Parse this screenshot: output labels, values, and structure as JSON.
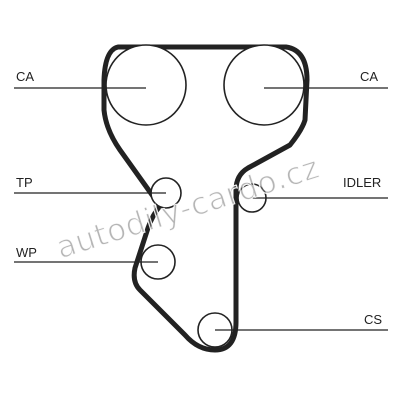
{
  "labels": {
    "ca_left": "CA",
    "ca_right": "CA",
    "tp": "TP",
    "idler": "IDLER",
    "wp": "WP",
    "cs": "CS"
  },
  "watermark": "autodily-cardo.cz",
  "colors": {
    "belt": "#222222",
    "lines": "#222222",
    "watermark": "#8a8a8a"
  }
}
